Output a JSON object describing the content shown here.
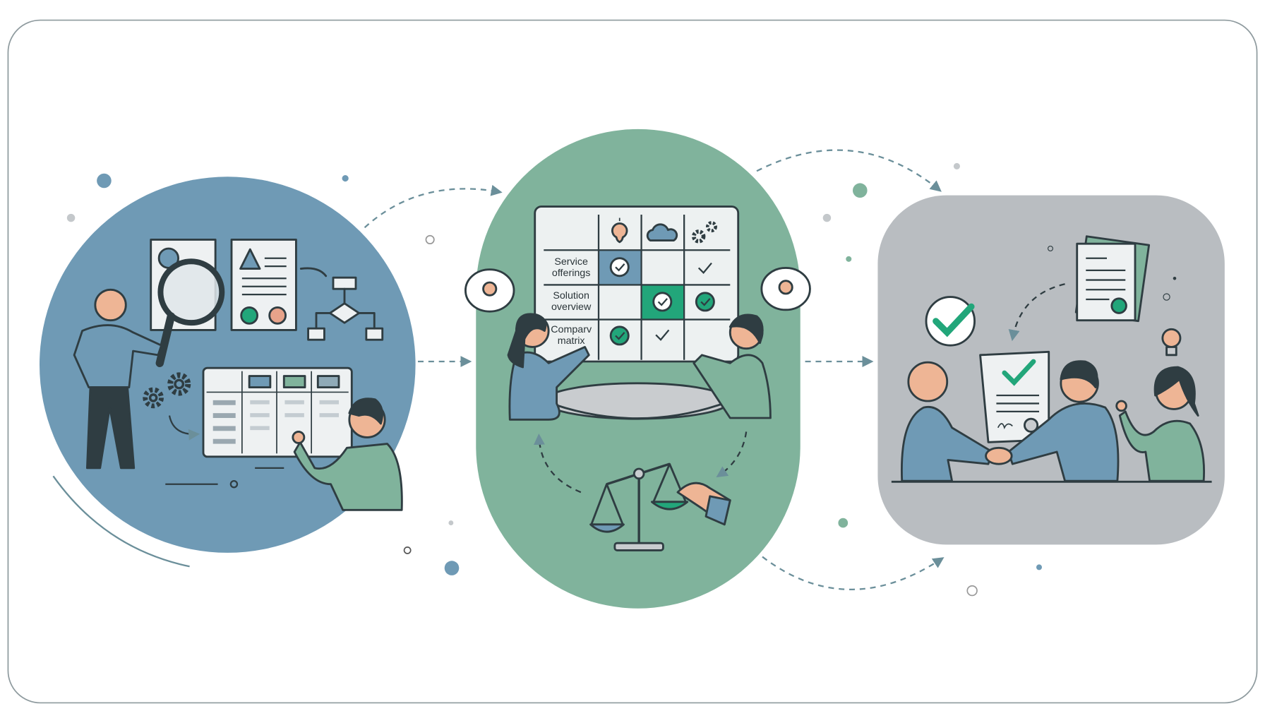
{
  "matrix": {
    "rows": [
      {
        "label_line1": "Service",
        "label_line2": "offerings",
        "cells": [
          "check-circle-highlight-blue",
          "empty",
          "check"
        ]
      },
      {
        "label_line1": "Solution",
        "label_line2": "overview",
        "cells": [
          "empty",
          "check-circle-highlight-green",
          "check-circle-green"
        ]
      },
      {
        "label_line1": "Comparv",
        "label_line2": "matrix",
        "cells": [
          "check-circle-green",
          "check",
          "empty"
        ]
      }
    ],
    "column_icons": [
      "lightbulb-icon",
      "cloud-icon",
      "gears-icon"
    ]
  },
  "colors": {
    "stage1": "#6f9ab5",
    "stage2": "#80b39c",
    "stage3": "#b9bdc1",
    "accent": "#22a67a",
    "outline": "#2f3d42",
    "skin": "#eeb595"
  }
}
